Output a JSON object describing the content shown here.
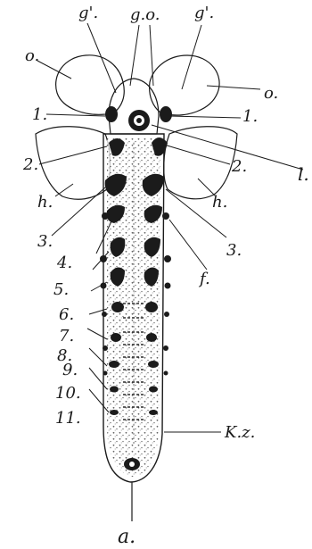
{
  "labels": {
    "g_left": "g'.",
    "g_right": "g'.",
    "go": "g.o.",
    "o_left": "o.",
    "o_right": "o.",
    "l": "l.",
    "h_left": "h.",
    "h_right": "h.",
    "f": "f.",
    "kz": "K.z.",
    "a": "a.",
    "n1_left": "1.",
    "n1_right": "1.",
    "n2_left": "2.",
    "n2_right": "2.",
    "n3_left": "3.",
    "n3_right": "3.",
    "n4": "4.",
    "n5": "5.",
    "n6": "6.",
    "n7": "7.",
    "n8": "8.",
    "n9": "9.",
    "n10": "10.",
    "n11": "11."
  }
}
